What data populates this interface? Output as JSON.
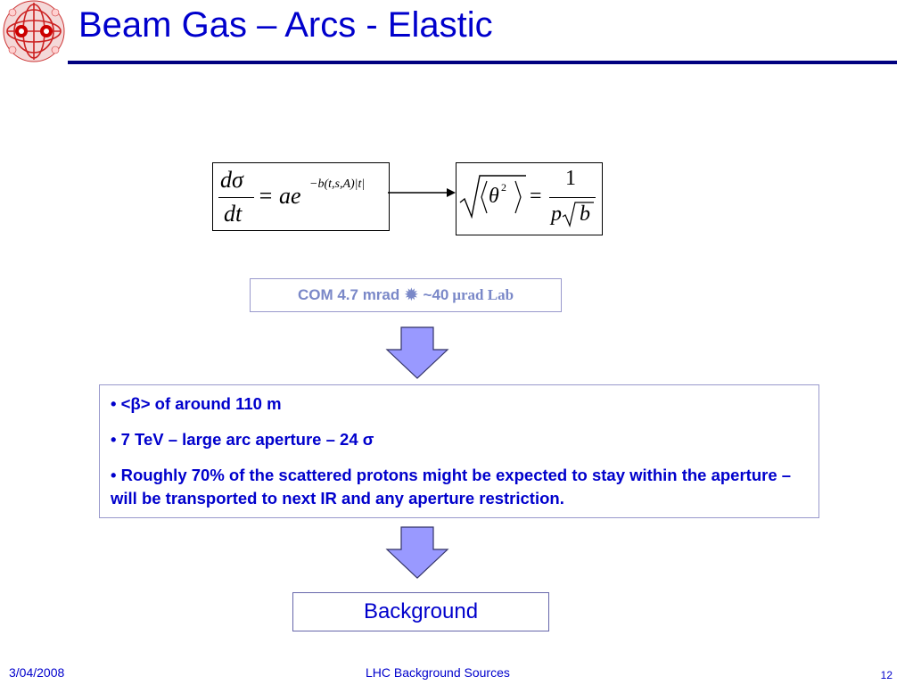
{
  "slide": {
    "title": "Beam Gas – Arcs - Elastic",
    "formula_left": {
      "numerator": "dσ",
      "denominator": "dt",
      "rhs": "= ae",
      "exponent": "−b(t,s,A)|t|"
    },
    "formula_right": {
      "lhs": "θ",
      "lhs_power": "2",
      "equals": "=",
      "numerator": "1",
      "denominator_p": "p",
      "denominator_b": "b"
    },
    "com_box": {
      "part1": "COM 4.7 mrad",
      "symbol": "✹",
      "part2": "~40",
      "part3": "μrad Lab"
    },
    "bullets": [
      "• <β> of around 110 m",
      "• 7 TeV – large arc aperture – 24 σ",
      "• Roughly 70% of the scattered protons might be expected to stay within the aperture – will be transported to next IR and any aperture restriction."
    ],
    "background_label": "Background"
  },
  "footer": {
    "date": "3/04/2008",
    "center": "LHC Background Sources",
    "page": "12"
  },
  "colors": {
    "title": "#0000cc",
    "rule": "#000080",
    "arrow_fill": "#9999ff",
    "com_text": "#7a88c8"
  }
}
